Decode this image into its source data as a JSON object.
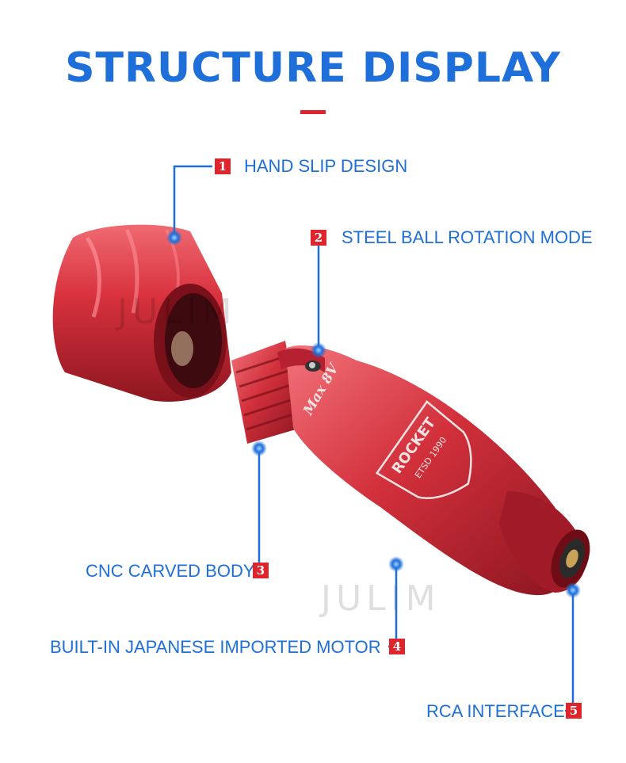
{
  "title": "STRUCTURE DISPLAY",
  "colors": {
    "blue": "#1e6fd9",
    "red": "#e0242b",
    "body": "#cc2a35"
  },
  "callouts": [
    {
      "number": "1",
      "label": "HAND SLIP DESIGN"
    },
    {
      "number": "2",
      "label": "STEEL BALL ROTATION MODE"
    },
    {
      "number": "3",
      "label": "CNC CARVED BODY"
    },
    {
      "number": "4",
      "label": "BUILT-IN JAPANESE IMPORTED MOTOR"
    },
    {
      "number": "5",
      "label": "RCA INTERFACE"
    }
  ],
  "product_marks": {
    "voltage": "Max 8V",
    "brand": "ROCKET",
    "established": "ETSD 1990"
  },
  "watermark": "JULIM"
}
